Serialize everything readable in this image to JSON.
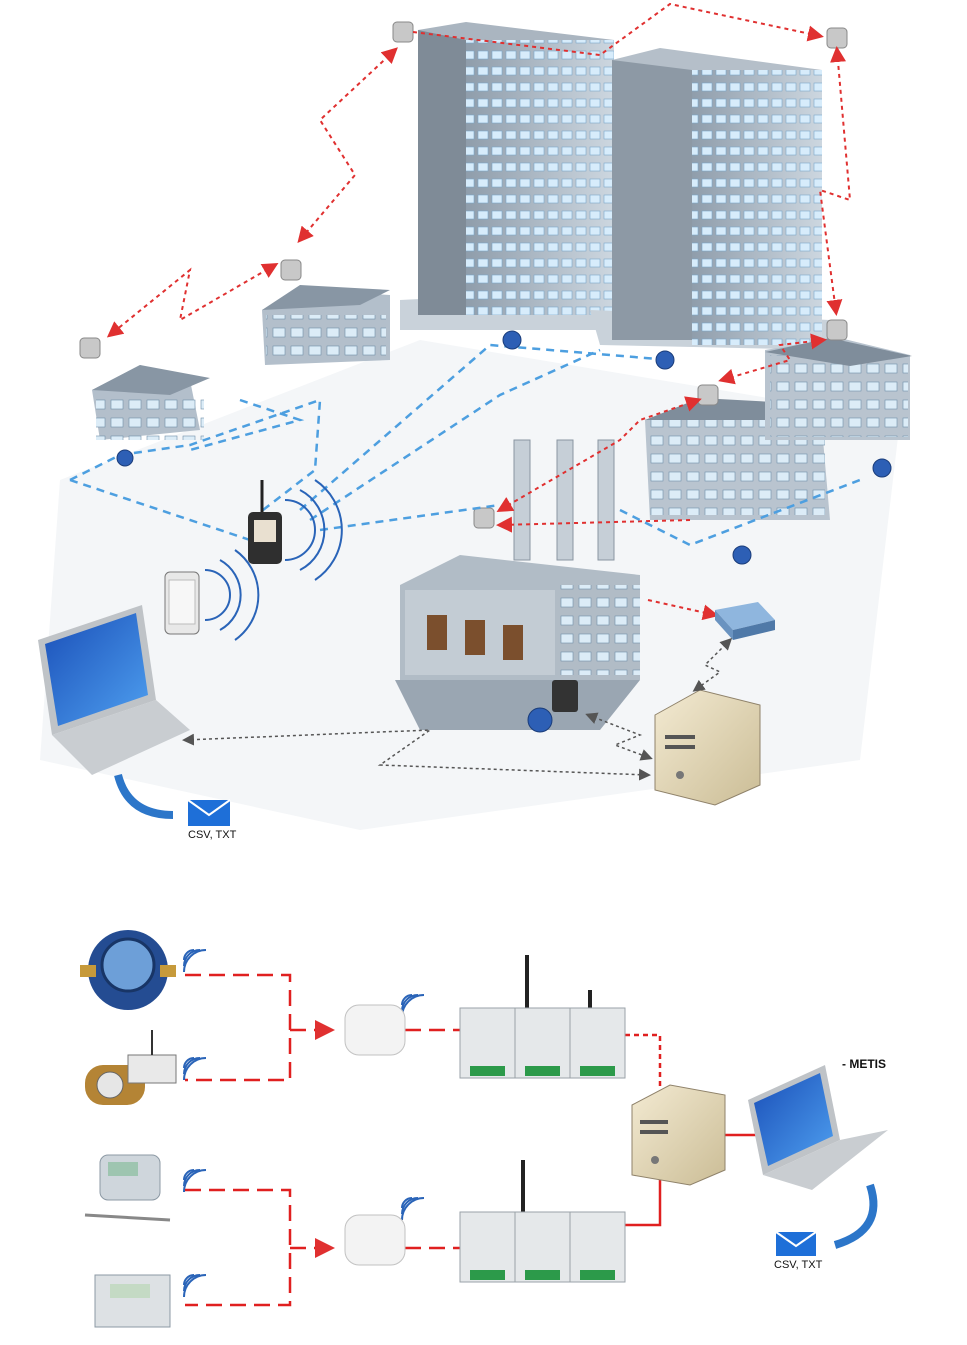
{
  "top_diagram": {
    "export_label": "CSV, TXT",
    "colors": {
      "radio_link": "#e03030",
      "wired_link": "#4d9fe0",
      "lan_link": "#555555",
      "building": "#b9c6d2",
      "window": "#cfe5f7",
      "mail_icon": "#1e6fd8"
    }
  },
  "bottom_diagram": {
    "export_label": "CSV, TXT",
    "software_label": "- METIS",
    "colors": {
      "link": "#e02020"
    },
    "meter_rows": [
      {
        "name": "water-meter-blue"
      },
      {
        "name": "water-meter-radio-module"
      },
      {
        "name": "heat-meter"
      },
      {
        "name": "electricity-meter"
      }
    ]
  }
}
